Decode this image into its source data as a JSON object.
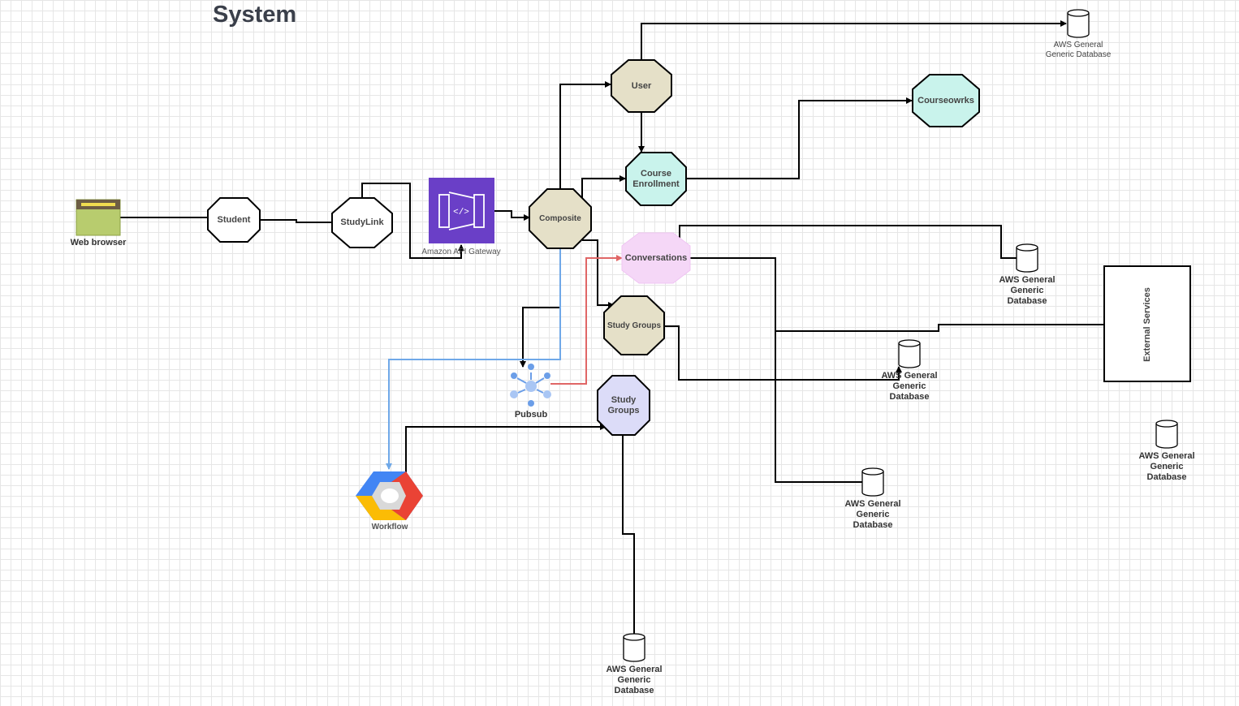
{
  "title": "System",
  "colors": {
    "octagon_default": "#ffffff",
    "octagon_beige": "#e5e0c8",
    "octagon_teal": "#c9f3ec",
    "octagon_pink": "#f5d7f7",
    "octagon_lavender": "#dcdcf8",
    "api_gateway": "#6a3fc7",
    "pubsub_line": "#e06666",
    "workflow_line": "#6fa8e8"
  },
  "nodes": {
    "web_browser": "Web browser",
    "student": "Student",
    "studylink": "StudyLink",
    "api_gateway": "Amazon API Gateway",
    "composite": "Composite",
    "user": "User",
    "course_enrollment": "Course Enrollment",
    "courseworks": "Courseowrks",
    "conversations": "Conversations",
    "study_groups_1": "Study Groups",
    "study_groups_2": "Study Groups",
    "pubsub": "Pubsub",
    "workflow": "Workflow",
    "external_services": "External Services"
  },
  "databases": {
    "db_user": "AWS General Generic Database",
    "db_conversations": "AWS General Generic Database",
    "db_study_groups": "AWS General Generic Database",
    "db_mid": "AWS General Generic Database",
    "db_bottom": "AWS General Generic Database",
    "db_far_right": "AWS General Generic Database"
  }
}
